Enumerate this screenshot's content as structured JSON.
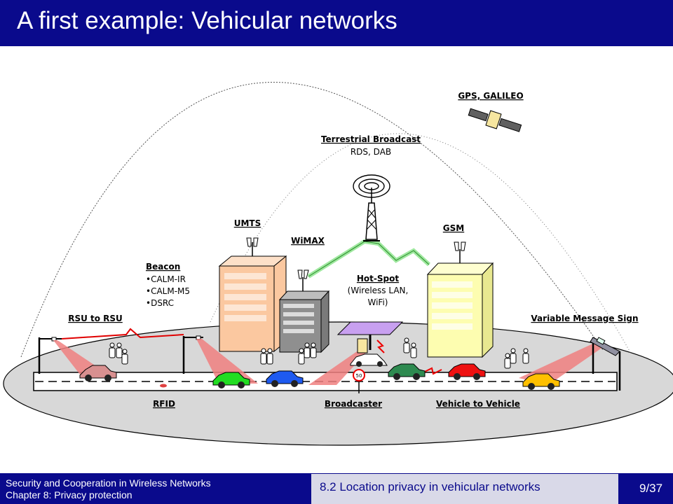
{
  "title": "A first example: Vehicular networks",
  "diagram": {
    "labels": {
      "gps": "GPS, GALILEO",
      "terrestrial": "Terrestrial Broadcast",
      "terrestrial_sub": "RDS, DAB",
      "umts": "UMTS",
      "wimax": "WiMAX",
      "gsm": "GSM",
      "beacon": "Beacon",
      "beacon_items": [
        "•CALM-IR",
        "•CALM-M5",
        "•DSRC"
      ],
      "hotspot": "Hot-Spot",
      "hotspot_sub1": "(Wireless LAN,",
      "hotspot_sub2": "WiFi)",
      "rsu": "RSU to RSU",
      "vms": "Variable Message Sign",
      "rfid": "RFID",
      "broadcaster": "Broadcaster",
      "v2v": "Vehicle to Vehicle",
      "speed_sign": "50"
    },
    "colors": {
      "umts_building": "#fbc8a0",
      "gsm_building": "#fdfdb0",
      "wimax_building": "#8f8f8f",
      "ground": "#d8d8d8",
      "beam": "#f08080",
      "car_red_pale": "#d89090",
      "car_green": "#22dd22",
      "car_blue": "#1e5af0",
      "car_dark_green": "#2e8a50",
      "car_red": "#ee1111",
      "car_yellow": "#ffc000",
      "hotspot_roof": "#c8a0f0"
    }
  },
  "footer": {
    "line1": "Security and Cooperation in Wireless Networks",
    "line2": "Chapter 8: Privacy protection",
    "section": "8.2 Location privacy in vehicular networks",
    "page": "9/37"
  }
}
